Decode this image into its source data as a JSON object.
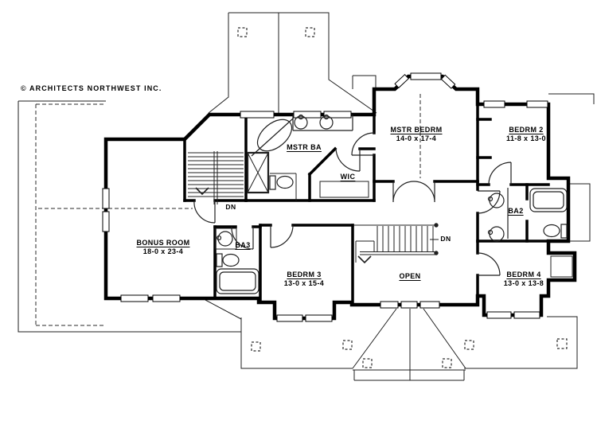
{
  "copyright": "© ARCHITECTS NORTHWEST INC.",
  "colors": {
    "ink": "#000000",
    "line": "#1f1f1f",
    "paper": "#ffffff"
  },
  "plan": {
    "title": "Second floor plan",
    "rooms": [
      {
        "id": "bonus-room",
        "name": "BONUS ROOM",
        "dims": "18-0 x 23-4"
      },
      {
        "id": "mstr-ba",
        "name": "MSTR BA",
        "dims": ""
      },
      {
        "id": "wic",
        "name": "WIC",
        "dims": ""
      },
      {
        "id": "mstr-bedrm",
        "name": "MSTR BEDRM",
        "dims": "14-0 x 17-4"
      },
      {
        "id": "bedrm-2",
        "name": "BEDRM 2",
        "dims": "11-8 x 13-0"
      },
      {
        "id": "ba2",
        "name": "BA2",
        "dims": ""
      },
      {
        "id": "ba3",
        "name": "BA3",
        "dims": ""
      },
      {
        "id": "bedrm-3",
        "name": "BEDRM 3",
        "dims": "13-0 x 15-4"
      },
      {
        "id": "open",
        "name": "OPEN",
        "dims": ""
      },
      {
        "id": "bedrm-4",
        "name": "BEDRM 4",
        "dims": "13-0 x 13-8"
      }
    ],
    "stair_labels": [
      "DN",
      "DN"
    ]
  }
}
